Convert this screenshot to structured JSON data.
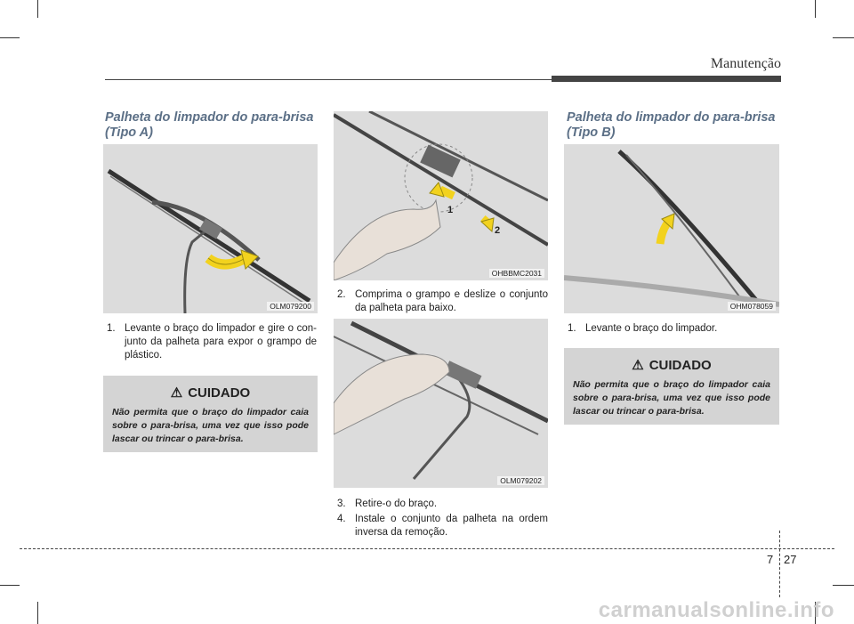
{
  "header": {
    "title": "Manutenção"
  },
  "left": {
    "section_title_line1": "Palheta do limpador do para-brisa",
    "section_title_line2": "(Tipo A)",
    "figure_code": "OLM079200",
    "step1_num": "1.",
    "step1_text": "Levante o braço do limpador e gire o con-junto da palheta para expor o grampo de plástico.",
    "caution_title": "CUIDADO",
    "caution_text": "Não permita que o braço do limpador caia sobre o para-brisa, uma vez que isso pode lascar ou trincar o para-brisa."
  },
  "middle": {
    "figure1_code": "OHBBMC2031",
    "marker1": "1",
    "marker2": "2",
    "step2_num": "2.",
    "step2_text": "Comprima o grampo e deslize o conjunto da palheta para baixo.",
    "figure2_code": "OLM079202",
    "step3_num": "3.",
    "step3_text": "Retire-o do braço.",
    "step4_num": "4.",
    "step4_text": "Instale o conjunto da palheta na ordem inversa da remoção."
  },
  "right": {
    "section_title_line1": "Palheta do limpador do para-brisa",
    "section_title_line2": "(Tipo B)",
    "figure_code": "OHM078059",
    "step1_num": "1.",
    "step1_text": "Levante o braço do limpador.",
    "caution_title": "CUIDADO",
    "caution_text": "Não permita que o braço do limpador caia sobre o para-brisa, uma vez que isso pode lascar ou trincar o para-brisa."
  },
  "footer": {
    "chapter": "7",
    "page": "27"
  },
  "watermark": "carmanualsonline.info",
  "colors": {
    "title_blue": "#5b6f86",
    "arrow_yellow": "#f2d21e",
    "caution_bg": "#d4d4d4"
  }
}
